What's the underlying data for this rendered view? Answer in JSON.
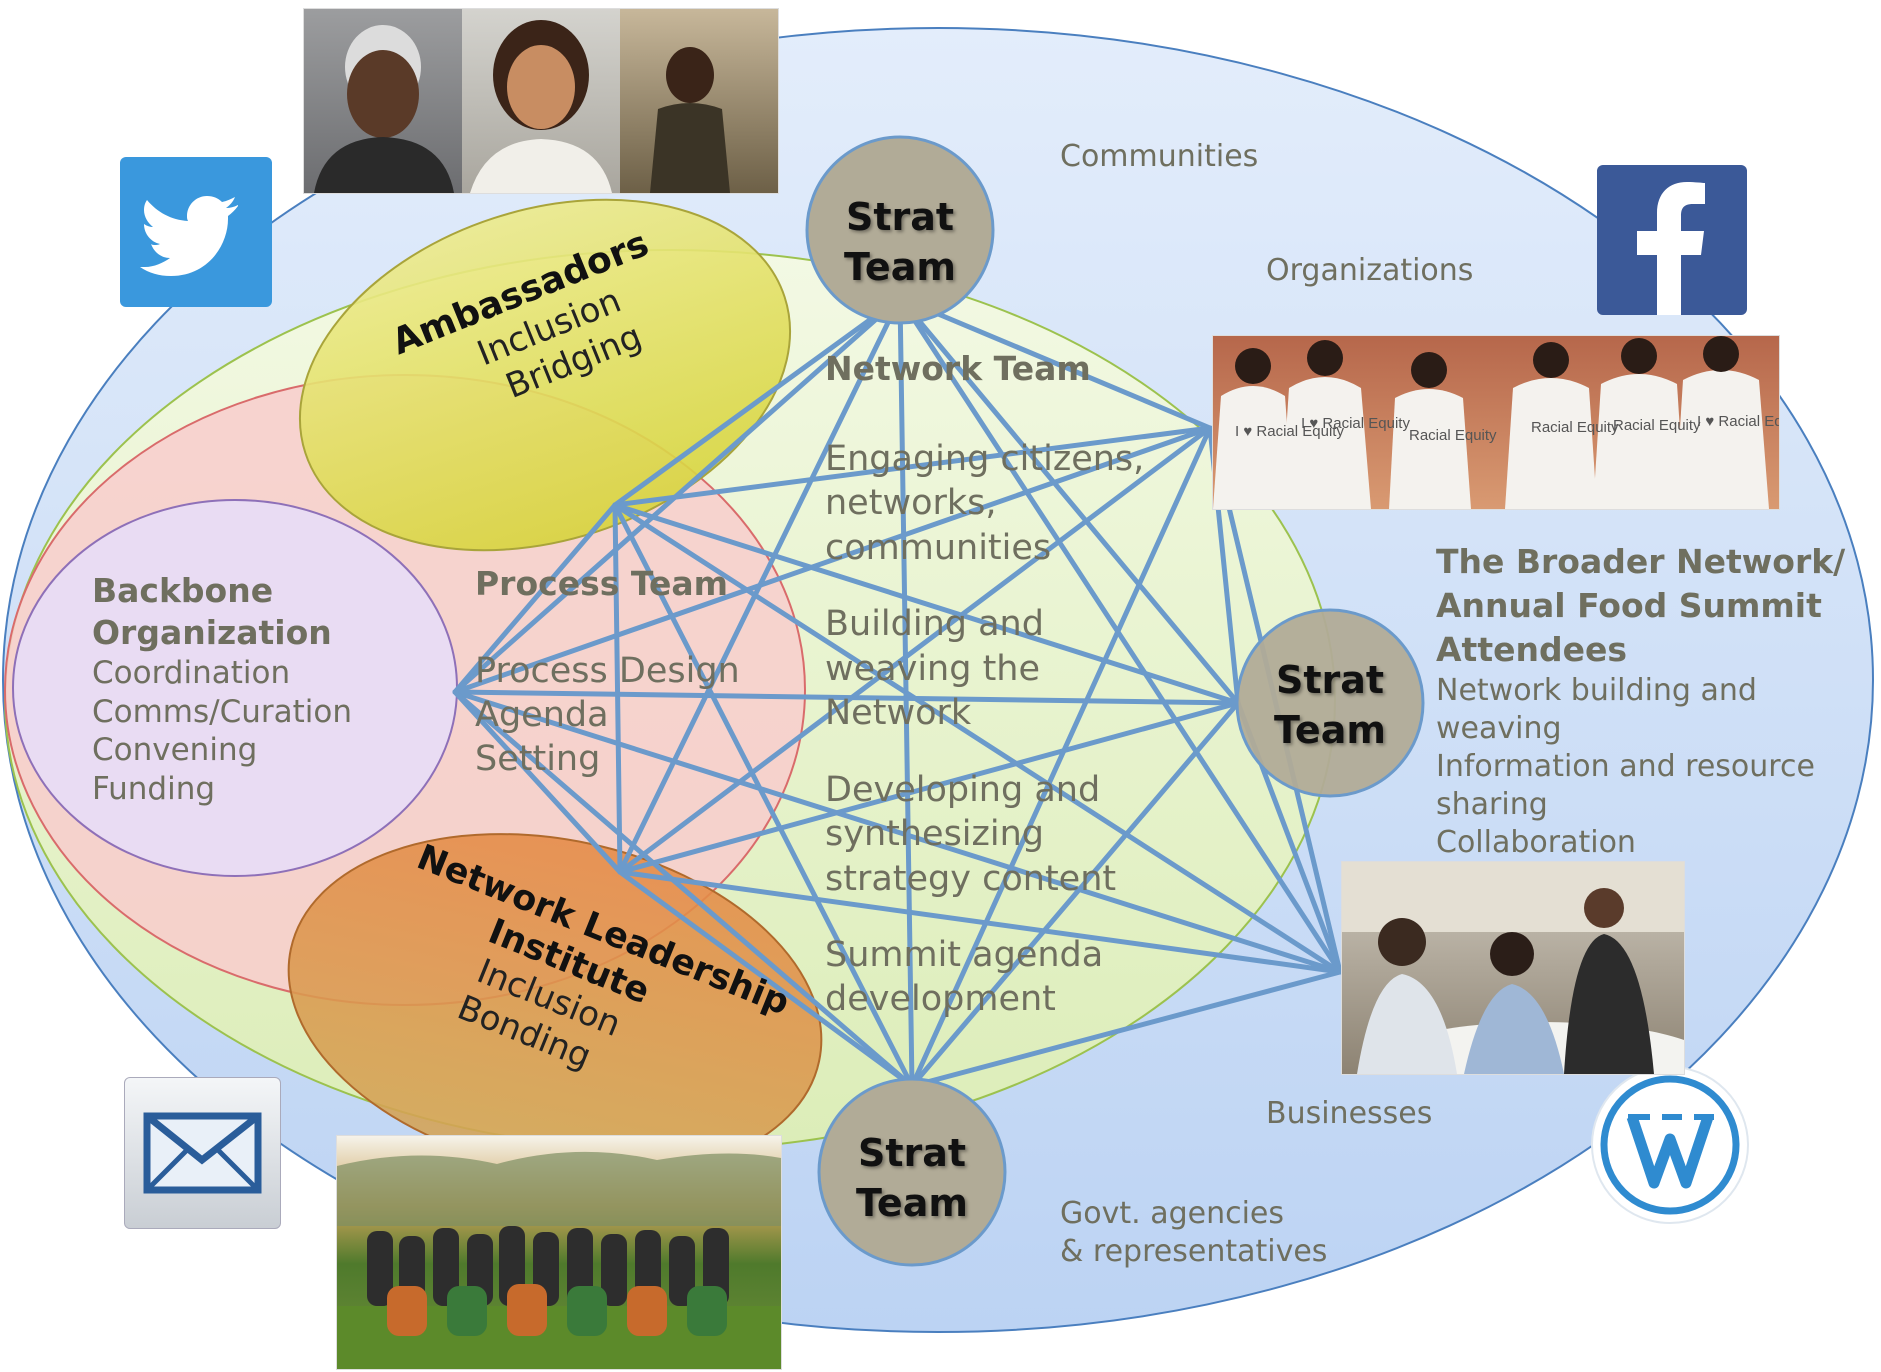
{
  "outer_labels": {
    "communities": "Communities",
    "organizations": "Organizations",
    "businesses": "Businesses",
    "govt_line1": "Govt. agencies",
    "govt_line2": "& representatives"
  },
  "broader_network": {
    "title_line1": "The Broader Network/",
    "title_line2": "Annual Food Summit",
    "title_line3": "Attendees",
    "items": [
      "Network building and",
      "weaving",
      "Information and resource",
      "sharing",
      "Collaboration"
    ]
  },
  "strat_team": {
    "line1": "Strat",
    "line2": "Team"
  },
  "network_team": {
    "title": "Network Team",
    "items": [
      "Engaging citizens,",
      "networks,",
      "communities",
      "Building and",
      "weaving the",
      "Network",
      "Developing and",
      "synthesizing",
      "strategy content",
      "Summit agenda",
      "development"
    ]
  },
  "process_team": {
    "title": "Process Team",
    "items": [
      "Process Design",
      "Agenda",
      "Setting"
    ]
  },
  "backbone": {
    "title_line1": "Backbone",
    "title_line2": "Organization",
    "items": [
      "Coordination",
      "Comms/Curation",
      "Convening",
      "Funding"
    ]
  },
  "ambassadors": {
    "title": "Ambassadors",
    "items": [
      "Inclusion",
      "Bridging"
    ]
  },
  "nli": {
    "title_line1": "Network Leadership",
    "title_line2": "Institute",
    "items": [
      "Inclusion",
      "Bonding"
    ]
  },
  "tshirt_text": [
    "I ♥ Racial Equity",
    "I ♥ Racial Equity",
    "Racial Equity",
    "Racial Equity",
    "Racial Equity",
    "I ♥ Racial Equity"
  ],
  "icons": {
    "twitter": "twitter-icon",
    "facebook": "facebook-icon",
    "email": "email-icon",
    "wordpress": "wordpress-icon"
  },
  "colors": {
    "outer_ellipse": "#cfe0f7",
    "network_ellipse": "#e8f4cf",
    "process_ellipse": "#f9cfcf",
    "backbone_ellipse": "#e8d9f2",
    "ambassadors_ellipse": "#e2df5f",
    "nli_ellipse": "#d9953f",
    "strat_circle": "#b1ab97",
    "web_lines": "#6b9acb"
  }
}
